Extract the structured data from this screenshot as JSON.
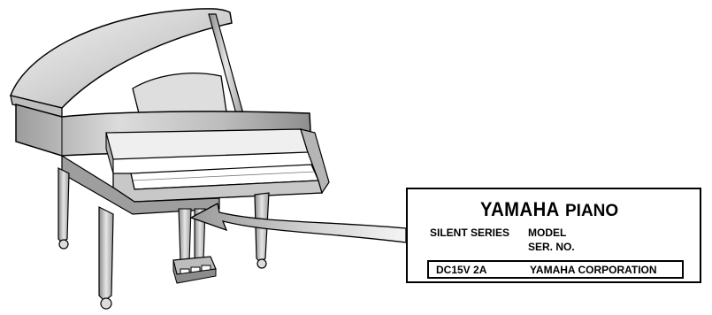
{
  "label": {
    "brand": "YAMAHA",
    "product": "PIANO",
    "series": "SILENT SERIES",
    "model_label": "MODEL",
    "serial_label": "SER. NO.",
    "code": "DC15V 2A",
    "manufacturer": "YAMAHA CORPORATION"
  },
  "colors": {
    "outline": "#000000",
    "piano_light": "#e8e8e8",
    "piano_mid": "#c4c4c4",
    "piano_dark": "#8a8a8a",
    "arrow_light": "#f2f2f2",
    "arrow_dark": "#9a9a9a"
  }
}
